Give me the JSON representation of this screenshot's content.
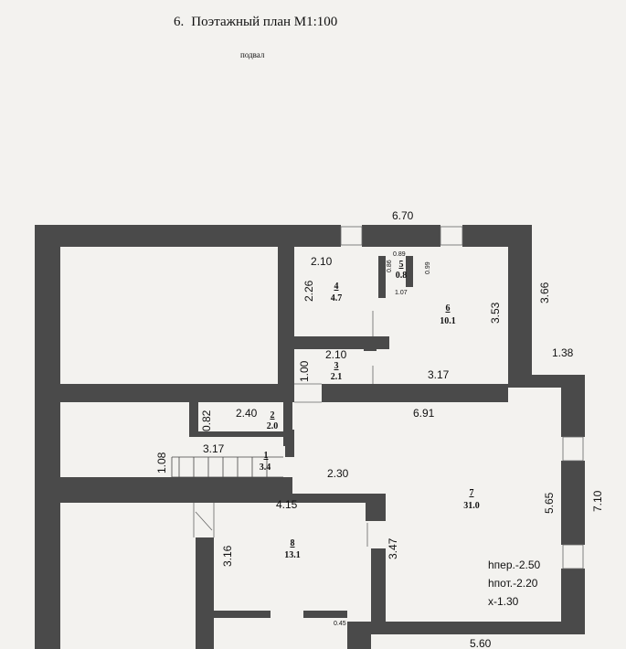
{
  "header": {
    "number": "6.",
    "title": "Поэтажный план М1:100",
    "floor": "подвал"
  },
  "dimensions": {
    "top_width": "6.70",
    "d_2_10_top": "2.10",
    "d_2_26": "2.26",
    "d_3_66": "3.66",
    "d_3_53": "3.53",
    "d_1_38": "1.38",
    "d_2_10_mid": "2.10",
    "d_1_00": "1.00",
    "d_3_17_right": "3.17",
    "d_0_82": "0.82",
    "d_2_40": "2.40",
    "d_6_91": "6.91",
    "d_3_17_left": "3.17",
    "d_1_08": "1.08",
    "d_2_30": "2.30",
    "d_4_15": "4.15",
    "d_5_65": "5.65",
    "d_7_10": "7.10",
    "d_3_16": "3.16",
    "d_3_47": "3.47",
    "d_5_60": "5.60",
    "d_0_89": "0.89",
    "d_0_86": "0.86",
    "d_0_99": "0.99",
    "d_1_07": "1.07",
    "d_0_45": "0.45"
  },
  "rooms": [
    {
      "num": "1",
      "area": "3.4"
    },
    {
      "num": "2",
      "area": "2.0"
    },
    {
      "num": "3",
      "area": "2.1"
    },
    {
      "num": "4",
      "area": "4.7"
    },
    {
      "num": "5",
      "area": "0.8"
    },
    {
      "num": "6",
      "area": "10.1"
    },
    {
      "num": "7",
      "area": "31.0"
    },
    {
      "num": "8",
      "area": "13.1"
    }
  ],
  "heights": {
    "h_floor": "hпер.-2.50",
    "h_ceiling": "hпот.-2.20",
    "x": "х-1.30"
  },
  "colors": {
    "wall": "#4a4a4a",
    "paper": "#f3f2ef"
  }
}
